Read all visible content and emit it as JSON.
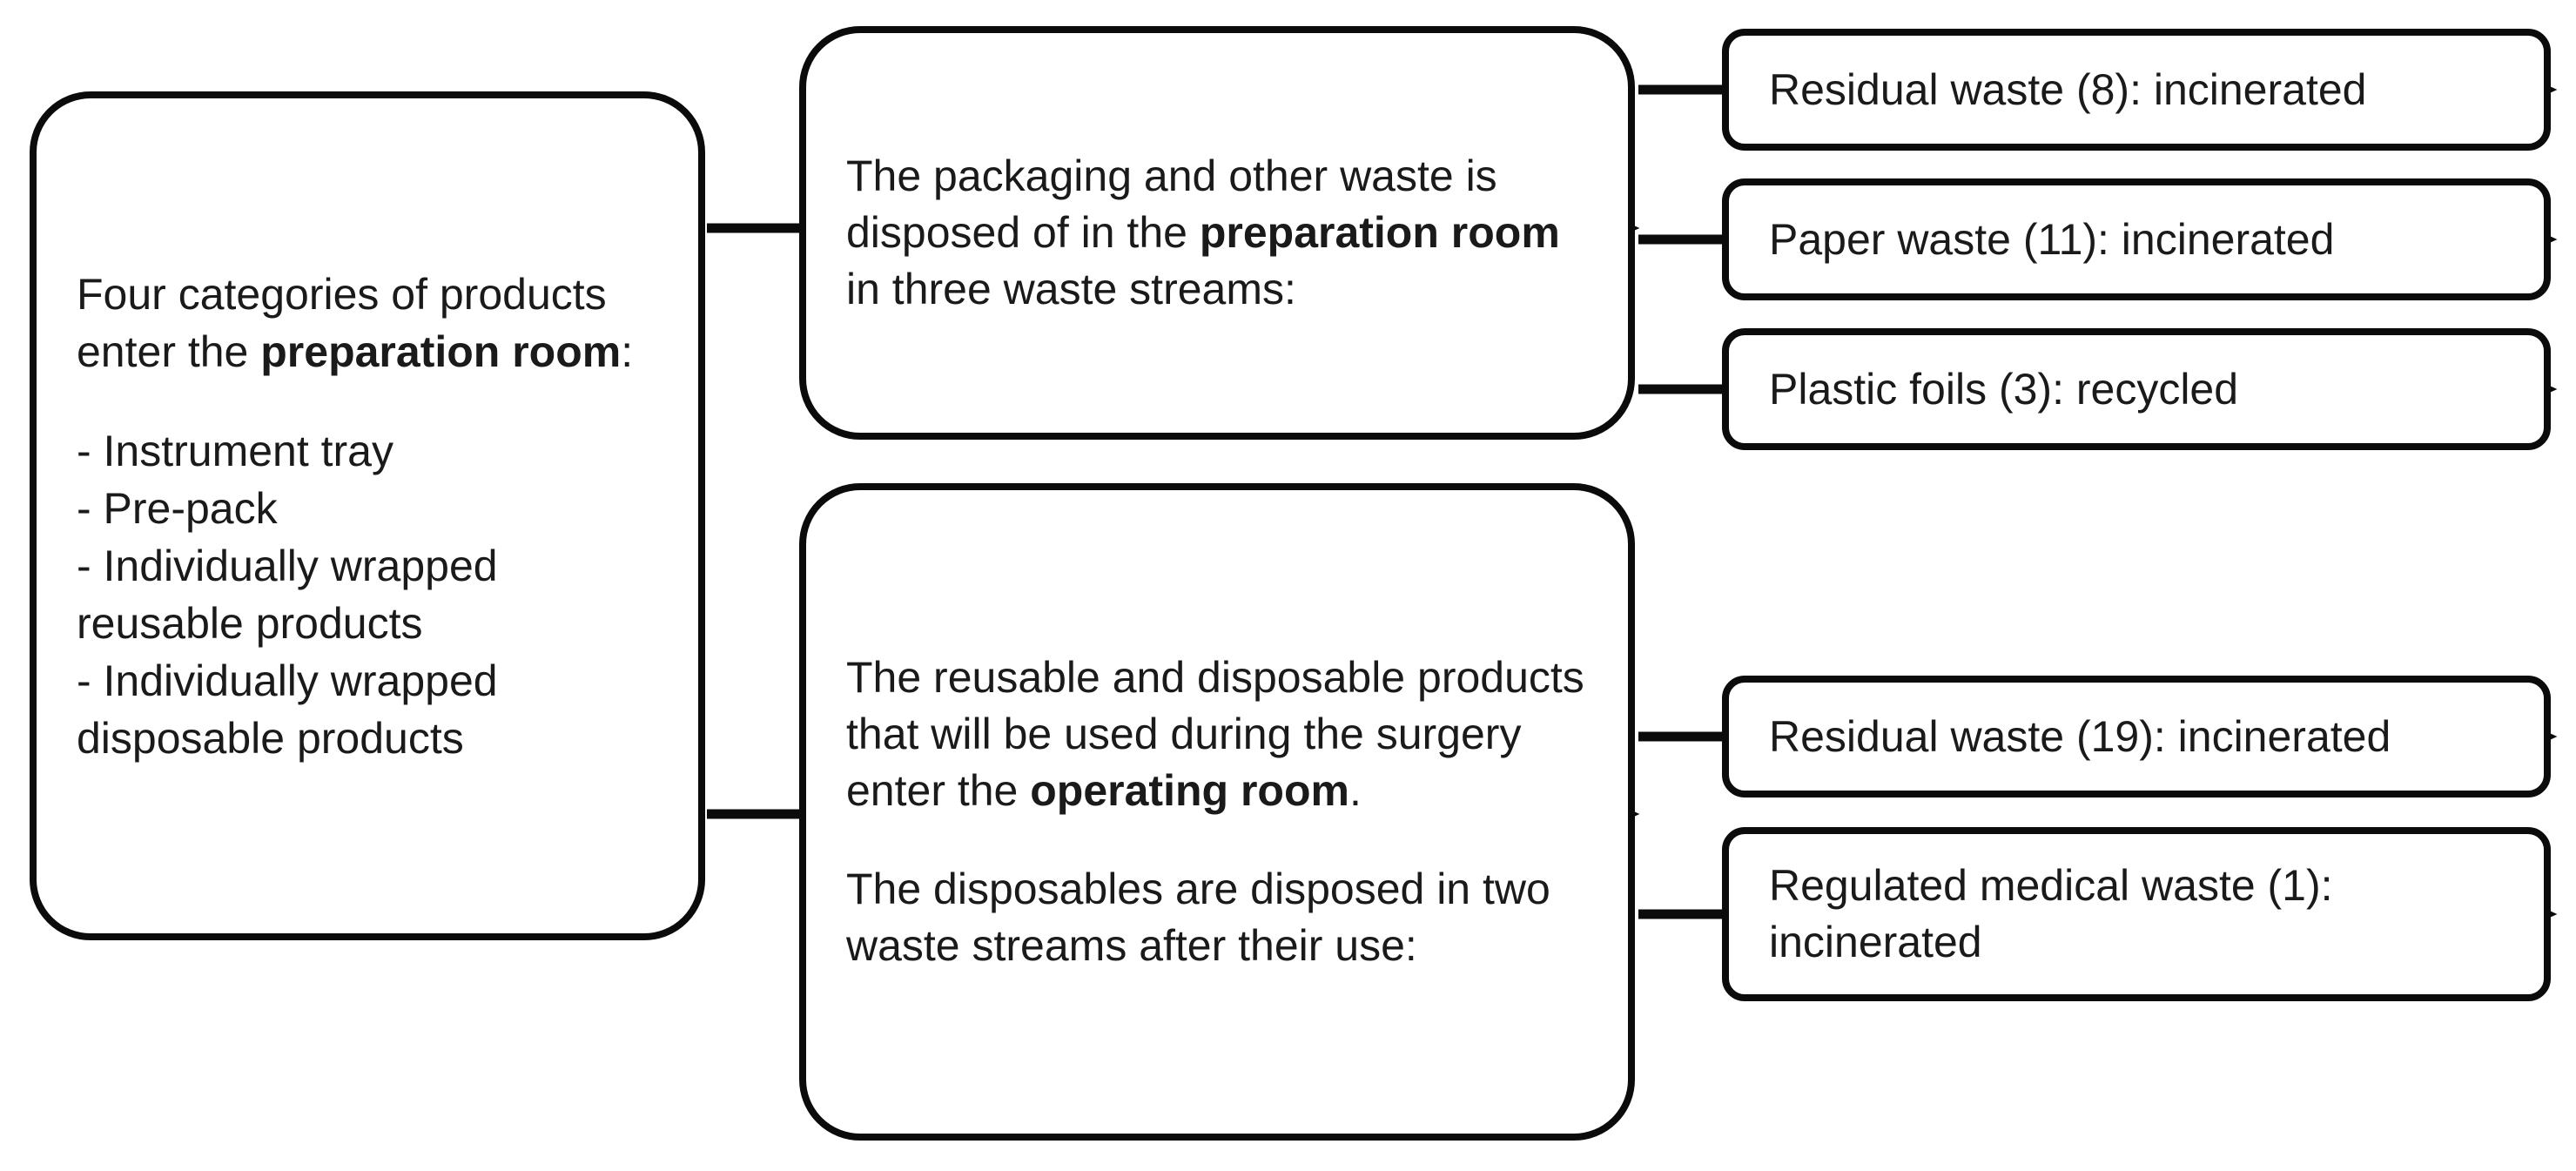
{
  "diagram": {
    "type": "flowchart",
    "orientation": "left-to-right",
    "background_color": "#ffffff",
    "line_color": "#0b0b0b",
    "text_color": "#1a1a1a",
    "nodes": {
      "source": {
        "paragraph_plain_1": "Four categories of products enter the ",
        "paragraph_bold_1": "preparation room",
        "paragraph_plain_2": ":",
        "list": [
          "- Instrument tray",
          "- Pre-pack",
          "- Individually wrapped reusable products",
          "- Individually wrapped disposable products"
        ]
      },
      "preparation_room": {
        "text_plain_1": "The packaging and other waste is disposed of in the ",
        "text_bold_1": "preparation room",
        "text_plain_2": " in three waste streams:"
      },
      "operating_room": {
        "text_plain_1": "The reusable and disposable products that will be used during the surgery enter the ",
        "text_bold_1": "operating room",
        "text_plain_2": ".",
        "text_plain_3": "The disposables are disposed in two waste streams after their use:"
      },
      "outputs_preparation_room": [
        {
          "label": "Residual waste (8): incinerated",
          "stream": "Residual waste",
          "count": 8,
          "treatment": "incinerated"
        },
        {
          "label": "Paper waste (11): incinerated",
          "stream": "Paper waste",
          "count": 11,
          "treatment": "incinerated"
        },
        {
          "label": "Plastic foils (3): recycled",
          "stream": "Plastic foils",
          "count": 3,
          "treatment": "recycled"
        }
      ],
      "outputs_operating_room": [
        {
          "label": "Residual waste (19): incinerated",
          "stream": "Residual waste",
          "count": 19,
          "treatment": "incinerated"
        },
        {
          "label": "Regulated medical waste (1): incinerated",
          "stream": "Regulated medical waste",
          "count": 1,
          "treatment": "incinerated"
        }
      ]
    },
    "edges": [
      {
        "from": "source",
        "to": "preparation_room"
      },
      {
        "from": "source",
        "to": "operating_room"
      },
      {
        "from": "preparation_room",
        "to": "Residual waste (8): incinerated"
      },
      {
        "from": "preparation_room",
        "to": "Paper waste (11): incinerated"
      },
      {
        "from": "preparation_room",
        "to": "Plastic foils (3): recycled"
      },
      {
        "from": "operating_room",
        "to": "Residual waste (19): incinerated"
      },
      {
        "from": "operating_room",
        "to": "Regulated medical waste (1): incinerated"
      }
    ]
  }
}
